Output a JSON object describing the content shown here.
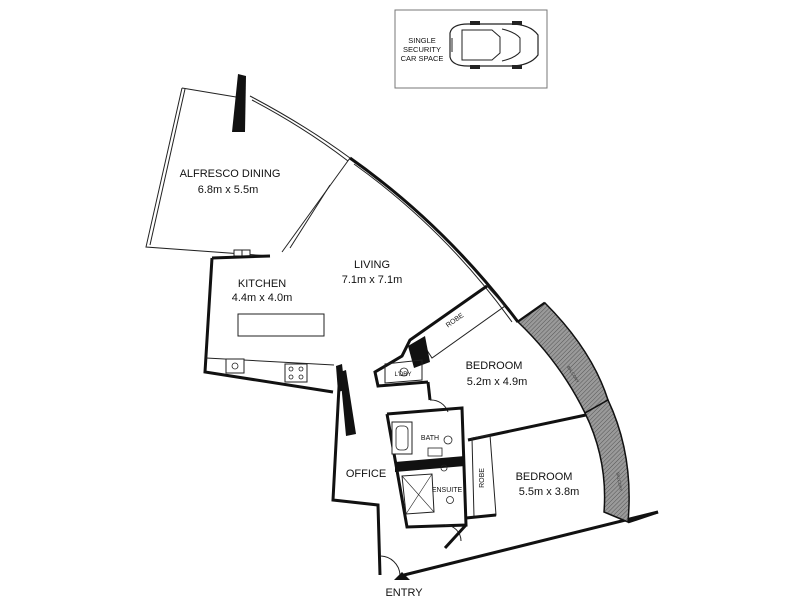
{
  "car_space": {
    "line1": "SINGLE",
    "line2": "SECURITY",
    "line3": "CAR SPACE"
  },
  "rooms": {
    "alfresco": {
      "name": "ALFRESCO DINING",
      "dims": "6.8m x 5.5m"
    },
    "living": {
      "name": "LIVING",
      "dims": "7.1m x 7.1m"
    },
    "kitchen": {
      "name": "KITCHEN",
      "dims": "4.4m x 4.0m"
    },
    "bedroom1": {
      "name": "BEDROOM",
      "dims": "5.2m x 4.9m"
    },
    "bedroom2": {
      "name": "BEDROOM",
      "dims": "5.5m x 3.8m"
    },
    "office": {
      "name": "OFFICE"
    },
    "bath": {
      "name": "BATH"
    },
    "ensuite": {
      "name": "ENSUITE"
    },
    "laundry": {
      "name": "L'DRY"
    },
    "robe1": {
      "name": "ROBE"
    },
    "robe2": {
      "name": "ROBE"
    },
    "entry": {
      "name": "ENTRY"
    },
    "balcony1": {
      "name": "BALCONY"
    },
    "balcony2": {
      "name": "BALCONY"
    }
  }
}
